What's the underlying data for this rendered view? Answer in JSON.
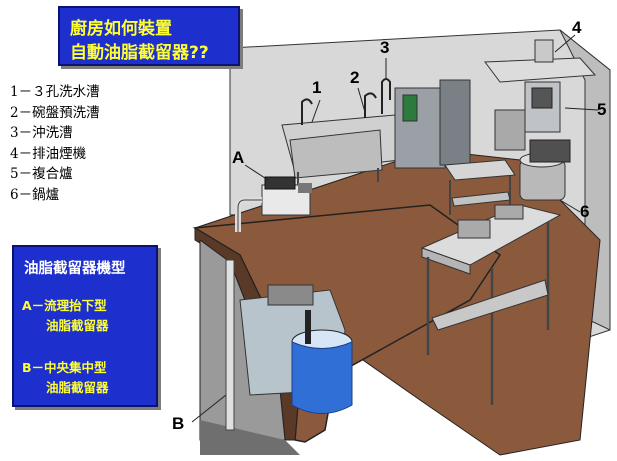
{
  "title": {
    "line1": "廚房如何裝置",
    "line2": "自動油脂截留器??"
  },
  "legend": {
    "items": [
      "1－３孔洗水漕",
      "2－碗盤預洗漕",
      "3－沖洗漕",
      "4－排油煙機",
      "5－複合爐",
      "6－鍋爐"
    ]
  },
  "types": {
    "title": "油脂截留器機型",
    "a_line1": "A－流理抬下型",
    "a_line2": "油脂截留器",
    "b_line1": "B－中央集中型",
    "b_line2": "油脂截留器"
  },
  "callouts": {
    "n1": "1",
    "n2": "2",
    "n3": "3",
    "n4": "4",
    "n5": "5",
    "n6": "6",
    "a": "A",
    "b": "B"
  },
  "colors": {
    "floor": "#8b5a3c",
    "wall": "#d9d9d9",
    "panel_bg": "#1d2fcc",
    "panel_title": "#ffff33",
    "stainless": "#c8c8c8",
    "barrel": "#2f6fd6"
  }
}
